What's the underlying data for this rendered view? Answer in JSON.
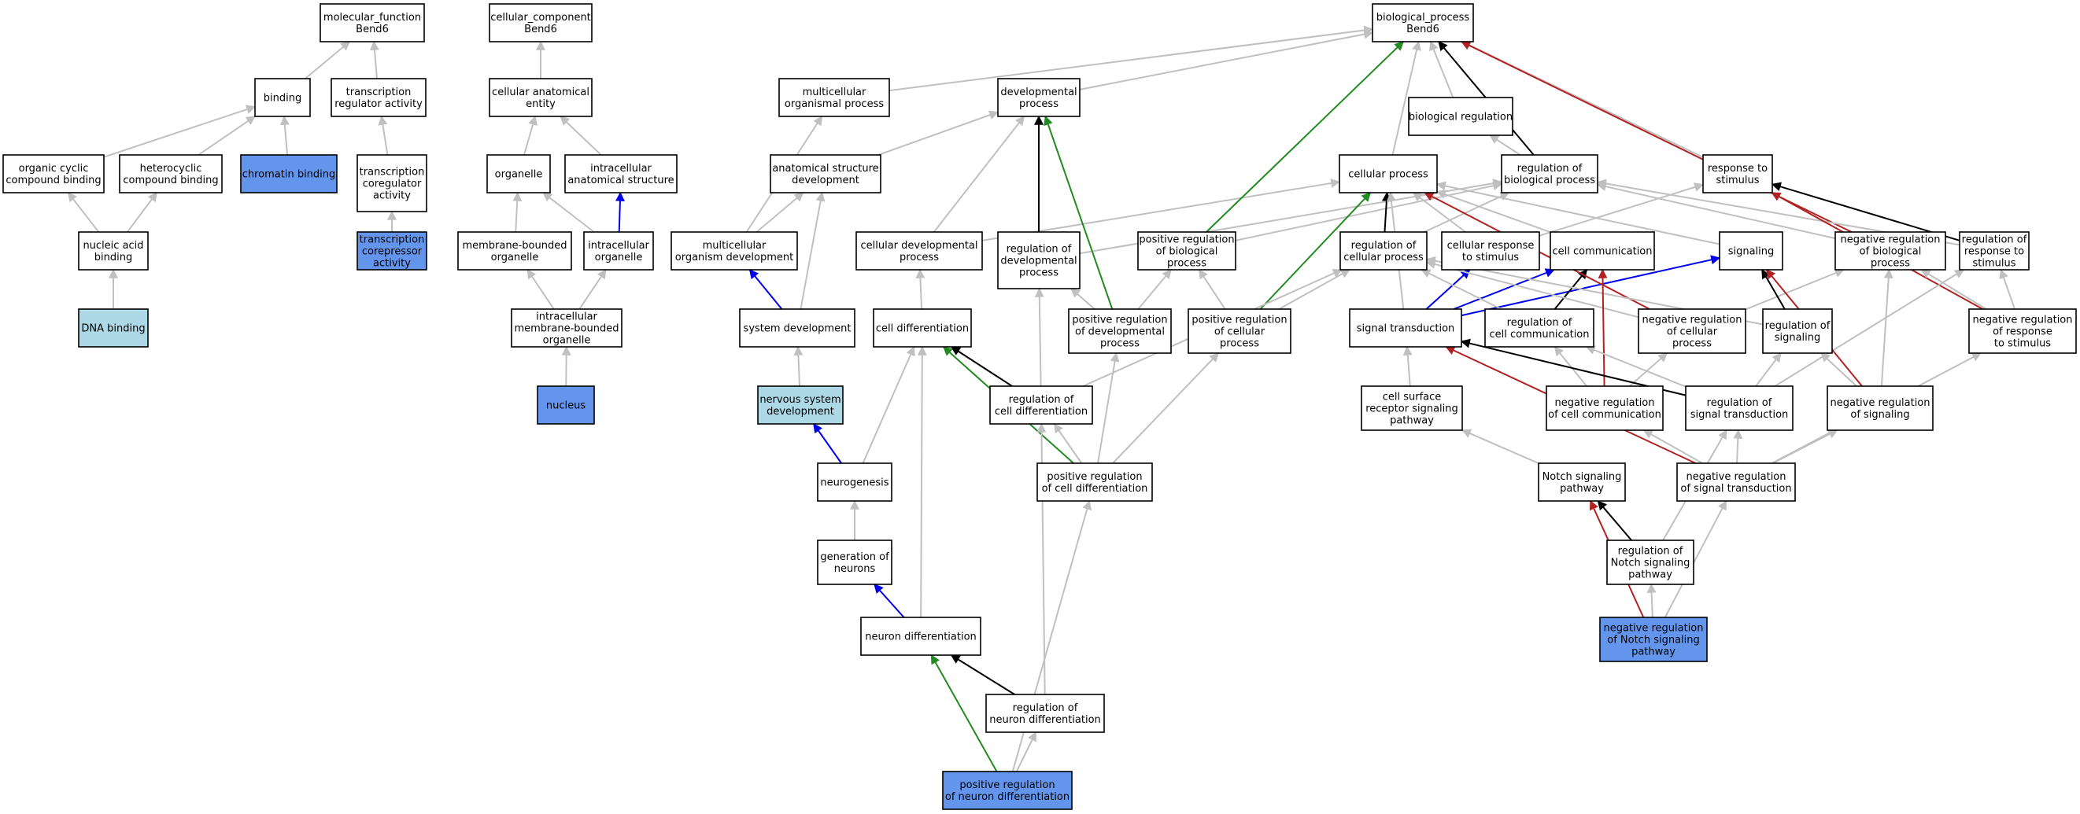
{
  "colors": {
    "is_a": "#c0c0c0",
    "part_of": "#0000ee",
    "regulates": "#000000",
    "positively_regulates": "#228b22",
    "negatively_regulates": "#b22222",
    "node_default": "#ffffff",
    "node_annotated": "#6495ed",
    "node_highlight": "#add8e6"
  },
  "nodes": {
    "mf": {
      "lines": [
        "molecular_function",
        "Bend6"
      ],
      "fill": "default"
    },
    "cc": {
      "lines": [
        "cellular_component",
        "Bend6"
      ],
      "fill": "default"
    },
    "bp": {
      "lines": [
        "biological_process",
        "Bend6"
      ],
      "fill": "default"
    },
    "binding": {
      "lines": [
        "binding"
      ],
      "fill": "default"
    },
    "tra": {
      "lines": [
        "transcription",
        "regulator activity"
      ],
      "fill": "default"
    },
    "cae": {
      "lines": [
        "cellular anatomical",
        "entity"
      ],
      "fill": "default"
    },
    "mop": {
      "lines": [
        "multicellular",
        "organismal process"
      ],
      "fill": "default"
    },
    "devp": {
      "lines": [
        "developmental",
        "process"
      ],
      "fill": "default"
    },
    "biolreg": {
      "lines": [
        "biological regulation"
      ],
      "fill": "default"
    },
    "occb": {
      "lines": [
        "organic cyclic",
        "compound binding"
      ],
      "fill": "default"
    },
    "hcb": {
      "lines": [
        "heterocyclic",
        "compound binding"
      ],
      "fill": "default"
    },
    "chromb": {
      "lines": [
        "chromatin binding"
      ],
      "fill": "annotated"
    },
    "tca": {
      "lines": [
        "transcription",
        "coregulator",
        "activity"
      ],
      "fill": "default"
    },
    "organelle": {
      "lines": [
        "organelle"
      ],
      "fill": "default"
    },
    "ias": {
      "lines": [
        "intracellular",
        "anatomical structure"
      ],
      "fill": "default"
    },
    "asd": {
      "lines": [
        "anatomical structure",
        "development"
      ],
      "fill": "default"
    },
    "cellp": {
      "lines": [
        "cellular process"
      ],
      "fill": "default"
    },
    "rbp": {
      "lines": [
        "regulation of",
        "biological process"
      ],
      "fill": "default"
    },
    "rts": {
      "lines": [
        "response to",
        "stimulus"
      ],
      "fill": "default"
    },
    "nab": {
      "lines": [
        "nucleic acid",
        "binding"
      ],
      "fill": "default"
    },
    "tcorep": {
      "lines": [
        "transcription",
        "corepressor",
        "activity"
      ],
      "fill": "annotated"
    },
    "mbo": {
      "lines": [
        "membrane-bounded",
        "organelle"
      ],
      "fill": "default"
    },
    "intorg": {
      "lines": [
        "intracellular",
        "organelle"
      ],
      "fill": "default"
    },
    "mod": {
      "lines": [
        "multicellular",
        "organism development"
      ],
      "fill": "default"
    },
    "cdp": {
      "lines": [
        "cellular developmental",
        "process"
      ],
      "fill": "default"
    },
    "rdp": {
      "lines": [
        "regulation of",
        "developmental",
        "process"
      ],
      "fill": "default"
    },
    "prbp": {
      "lines": [
        "positive regulation",
        "of biological",
        "process"
      ],
      "fill": "default"
    },
    "rcp": {
      "lines": [
        "regulation of",
        "cellular process"
      ],
      "fill": "default"
    },
    "crs": {
      "lines": [
        "cellular response",
        "to stimulus"
      ],
      "fill": "default"
    },
    "ccomm": {
      "lines": [
        "cell communication"
      ],
      "fill": "default"
    },
    "signaling": {
      "lines": [
        "signaling"
      ],
      "fill": "default"
    },
    "nrbp": {
      "lines": [
        "negative regulation",
        "of biological",
        "process"
      ],
      "fill": "default"
    },
    "rrs": {
      "lines": [
        "regulation of",
        "response to",
        "stimulus"
      ],
      "fill": "default"
    },
    "dnab": {
      "lines": [
        "DNA binding"
      ],
      "fill": "highlight"
    },
    "imbo": {
      "lines": [
        "intracellular",
        "membrane-bounded",
        "organelle"
      ],
      "fill": "default"
    },
    "sysdev": {
      "lines": [
        "system development"
      ],
      "fill": "default"
    },
    "celldiff": {
      "lines": [
        "cell differentiation"
      ],
      "fill": "default"
    },
    "prdp": {
      "lines": [
        "positive regulation",
        "of developmental",
        "process"
      ],
      "fill": "default"
    },
    "prcp": {
      "lines": [
        "positive regulation",
        "of cellular",
        "process"
      ],
      "fill": "default"
    },
    "st": {
      "lines": [
        "signal transduction"
      ],
      "fill": "default"
    },
    "rcc": {
      "lines": [
        "regulation of",
        "cell communication"
      ],
      "fill": "default"
    },
    "nrcp": {
      "lines": [
        "negative regulation",
        "of cellular",
        "process"
      ],
      "fill": "default"
    },
    "rsig": {
      "lines": [
        "regulation of",
        "signaling"
      ],
      "fill": "default"
    },
    "nrrs": {
      "lines": [
        "negative regulation",
        "of response",
        "to stimulus"
      ],
      "fill": "default"
    },
    "nucleus": {
      "lines": [
        "nucleus"
      ],
      "fill": "annotated"
    },
    "nsd": {
      "lines": [
        "nervous system",
        "development"
      ],
      "fill": "highlight"
    },
    "rcd": {
      "lines": [
        "regulation of",
        "cell differentiation"
      ],
      "fill": "default"
    },
    "csrsp": {
      "lines": [
        "cell surface",
        "receptor signaling",
        "pathway"
      ],
      "fill": "default"
    },
    "nrcc": {
      "lines": [
        "negative regulation",
        "of cell communication"
      ],
      "fill": "default"
    },
    "rst": {
      "lines": [
        "regulation of",
        "signal transduction"
      ],
      "fill": "default"
    },
    "nrsig": {
      "lines": [
        "negative regulation",
        "of signaling"
      ],
      "fill": "default"
    },
    "neurog": {
      "lines": [
        "neurogenesis"
      ],
      "fill": "default"
    },
    "prcd": {
      "lines": [
        "positive regulation",
        "of cell differentiation"
      ],
      "fill": "default"
    },
    "nsp": {
      "lines": [
        "Notch signaling",
        "pathway"
      ],
      "fill": "default"
    },
    "nrst": {
      "lines": [
        "negative regulation",
        "of signal transduction"
      ],
      "fill": "default"
    },
    "gon": {
      "lines": [
        "generation of",
        "neurons"
      ],
      "fill": "default"
    },
    "rnsp": {
      "lines": [
        "regulation of",
        "Notch signaling",
        "pathway"
      ],
      "fill": "default"
    },
    "nd": {
      "lines": [
        "neuron differentiation"
      ],
      "fill": "default"
    },
    "nrnsp": {
      "lines": [
        "negative regulation",
        "of Notch signaling",
        "pathway"
      ],
      "fill": "annotated"
    },
    "rnd": {
      "lines": [
        "regulation of",
        "neuron differentiation"
      ],
      "fill": "default"
    },
    "prnd": {
      "lines": [
        "positive regulation",
        "of neuron differentiation"
      ],
      "fill": "annotated"
    }
  },
  "edges": [
    [
      "binding",
      "mf",
      "is_a"
    ],
    [
      "tra",
      "mf",
      "is_a"
    ],
    [
      "cae",
      "cc",
      "is_a"
    ],
    [
      "mop",
      "bp",
      "is_a"
    ],
    [
      "devp",
      "bp",
      "is_a"
    ],
    [
      "biolreg",
      "bp",
      "is_a"
    ],
    [
      "occb",
      "binding",
      "is_a"
    ],
    [
      "hcb",
      "binding",
      "is_a"
    ],
    [
      "chromb",
      "binding",
      "is_a"
    ],
    [
      "tca",
      "tra",
      "is_a"
    ],
    [
      "organelle",
      "cae",
      "is_a"
    ],
    [
      "ias",
      "cae",
      "is_a"
    ],
    [
      "asd",
      "devp",
      "is_a"
    ],
    [
      "cellp",
      "bp",
      "is_a"
    ],
    [
      "rbp",
      "bp",
      "regulates"
    ],
    [
      "rbp",
      "biolreg",
      "is_a"
    ],
    [
      "rts",
      "bp",
      "is_a"
    ],
    [
      "nab",
      "occb",
      "is_a"
    ],
    [
      "nab",
      "hcb",
      "is_a"
    ],
    [
      "tcorep",
      "tca",
      "is_a"
    ],
    [
      "mbo",
      "organelle",
      "is_a"
    ],
    [
      "intorg",
      "organelle",
      "is_a"
    ],
    [
      "intorg",
      "ias",
      "part_of"
    ],
    [
      "mod",
      "mop",
      "is_a"
    ],
    [
      "mod",
      "asd",
      "is_a"
    ],
    [
      "cdp",
      "devp",
      "is_a"
    ],
    [
      "cdp",
      "cellp",
      "is_a"
    ],
    [
      "rdp",
      "devp",
      "regulates"
    ],
    [
      "rdp",
      "rbp",
      "is_a"
    ],
    [
      "prbp",
      "bp",
      "positively_regulates"
    ],
    [
      "prbp",
      "rbp",
      "is_a"
    ],
    [
      "rcp",
      "cellp",
      "regulates"
    ],
    [
      "rcp",
      "rbp",
      "is_a"
    ],
    [
      "crs",
      "cellp",
      "is_a"
    ],
    [
      "crs",
      "rts",
      "is_a"
    ],
    [
      "ccomm",
      "cellp",
      "is_a"
    ],
    [
      "signaling",
      "cellp",
      "is_a"
    ],
    [
      "nrbp",
      "bp",
      "negatively_regulates"
    ],
    [
      "nrbp",
      "rbp",
      "is_a"
    ],
    [
      "rrs",
      "rts",
      "regulates"
    ],
    [
      "rrs",
      "rbp",
      "is_a"
    ],
    [
      "dnab",
      "nab",
      "is_a"
    ],
    [
      "imbo",
      "mbo",
      "is_a"
    ],
    [
      "imbo",
      "intorg",
      "is_a"
    ],
    [
      "sysdev",
      "mod",
      "part_of"
    ],
    [
      "sysdev",
      "asd",
      "is_a"
    ],
    [
      "celldiff",
      "cdp",
      "is_a"
    ],
    [
      "prdp",
      "devp",
      "positively_regulates"
    ],
    [
      "prdp",
      "rdp",
      "is_a"
    ],
    [
      "prdp",
      "prbp",
      "is_a"
    ],
    [
      "prcp",
      "cellp",
      "positively_regulates"
    ],
    [
      "prcp",
      "prbp",
      "is_a"
    ],
    [
      "prcp",
      "rcp",
      "is_a"
    ],
    [
      "st",
      "cellp",
      "is_a"
    ],
    [
      "st",
      "crs",
      "part_of"
    ],
    [
      "st",
      "ccomm",
      "part_of"
    ],
    [
      "st",
      "signaling",
      "part_of"
    ],
    [
      "rcc",
      "ccomm",
      "regulates"
    ],
    [
      "rcc",
      "rcp",
      "is_a"
    ],
    [
      "nrcp",
      "cellp",
      "negatively_regulates"
    ],
    [
      "nrcp",
      "rcp",
      "is_a"
    ],
    [
      "nrcp",
      "nrbp",
      "is_a"
    ],
    [
      "rsig",
      "signaling",
      "regulates"
    ],
    [
      "rsig",
      "rcp",
      "is_a"
    ],
    [
      "nrrs",
      "rts",
      "negatively_regulates"
    ],
    [
      "nrrs",
      "rrs",
      "is_a"
    ],
    [
      "nrrs",
      "nrbp",
      "is_a"
    ],
    [
      "nucleus",
      "imbo",
      "is_a"
    ],
    [
      "nsd",
      "sysdev",
      "is_a"
    ],
    [
      "rcd",
      "celldiff",
      "regulates"
    ],
    [
      "rcd",
      "rdp",
      "is_a"
    ],
    [
      "rcd",
      "rcp",
      "is_a"
    ],
    [
      "csrsp",
      "st",
      "is_a"
    ],
    [
      "nrcc",
      "ccomm",
      "negatively_regulates"
    ],
    [
      "nrcc",
      "rcc",
      "is_a"
    ],
    [
      "nrcc",
      "nrcp",
      "is_a"
    ],
    [
      "rst",
      "st",
      "regulates"
    ],
    [
      "rst",
      "rcc",
      "is_a"
    ],
    [
      "rst",
      "rsig",
      "is_a"
    ],
    [
      "rst",
      "rrs",
      "is_a"
    ],
    [
      "nrsig",
      "signaling",
      "negatively_regulates"
    ],
    [
      "nrsig",
      "rsig",
      "is_a"
    ],
    [
      "nrsig",
      "nrbp",
      "is_a"
    ],
    [
      "neurog",
      "nsd",
      "part_of"
    ],
    [
      "neurog",
      "celldiff",
      "is_a"
    ],
    [
      "prcd",
      "celldiff",
      "positively_regulates"
    ],
    [
      "prcd",
      "rcd",
      "is_a"
    ],
    [
      "prcd",
      "prdp",
      "is_a"
    ],
    [
      "prcd",
      "prcp",
      "is_a"
    ],
    [
      "nsp",
      "csrsp",
      "is_a"
    ],
    [
      "nrst",
      "st",
      "negatively_regulates"
    ],
    [
      "nrst",
      "nrcc",
      "is_a"
    ],
    [
      "nrst",
      "rst",
      "is_a"
    ],
    [
      "nrst",
      "nrsig",
      "is_a"
    ],
    [
      "nrst",
      "nrrs",
      "is_a"
    ],
    [
      "gon",
      "neurog",
      "is_a"
    ],
    [
      "rnsp",
      "nsp",
      "regulates"
    ],
    [
      "rnsp",
      "rst",
      "is_a"
    ],
    [
      "nd",
      "gon",
      "part_of"
    ],
    [
      "nd",
      "celldiff",
      "is_a"
    ],
    [
      "nrnsp",
      "nsp",
      "negatively_regulates"
    ],
    [
      "nrnsp",
      "rnsp",
      "is_a"
    ],
    [
      "nrnsp",
      "nrst",
      "is_a"
    ],
    [
      "rnd",
      "nd",
      "regulates"
    ],
    [
      "rnd",
      "rcd",
      "is_a"
    ],
    [
      "prnd",
      "nd",
      "positively_regulates"
    ],
    [
      "prnd",
      "rnd",
      "is_a"
    ],
    [
      "prnd",
      "prcd",
      "is_a"
    ]
  ]
}
